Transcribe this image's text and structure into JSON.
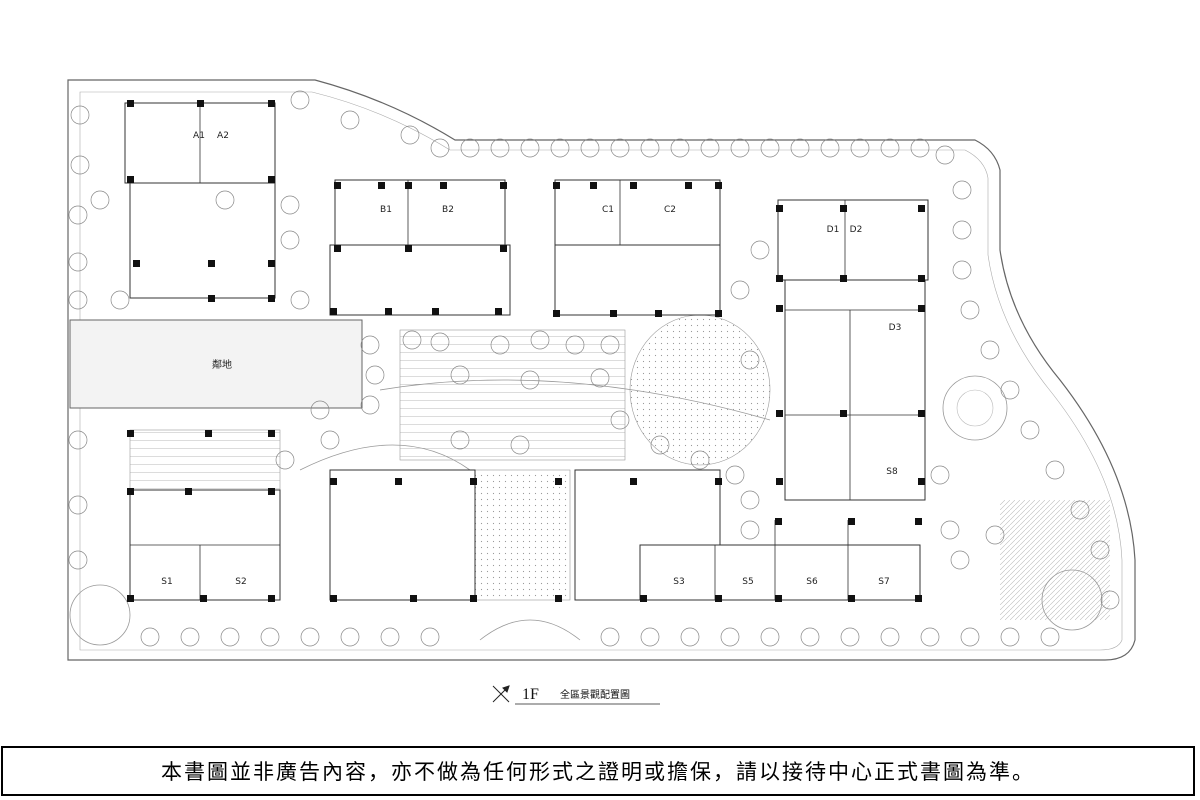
{
  "plan": {
    "units": [
      "A1",
      "A2",
      "B1",
      "B2",
      "C1",
      "C2",
      "D1",
      "D2",
      "D3",
      "S1",
      "S2",
      "S3",
      "S5",
      "S6",
      "S7",
      "S8"
    ],
    "neighbor_label": "鄰地",
    "floor_label": "1F",
    "drawing_title": "全區景觀配置圖"
  },
  "disclaimer": "本書圖並非廣告內容，亦不做為任何形式之證明或擔保，請以接待中心正式書圖為準。",
  "colors": {
    "line": "#444444",
    "column": "#111111",
    "tree": "#777777",
    "paving": "#bbbbbb"
  }
}
